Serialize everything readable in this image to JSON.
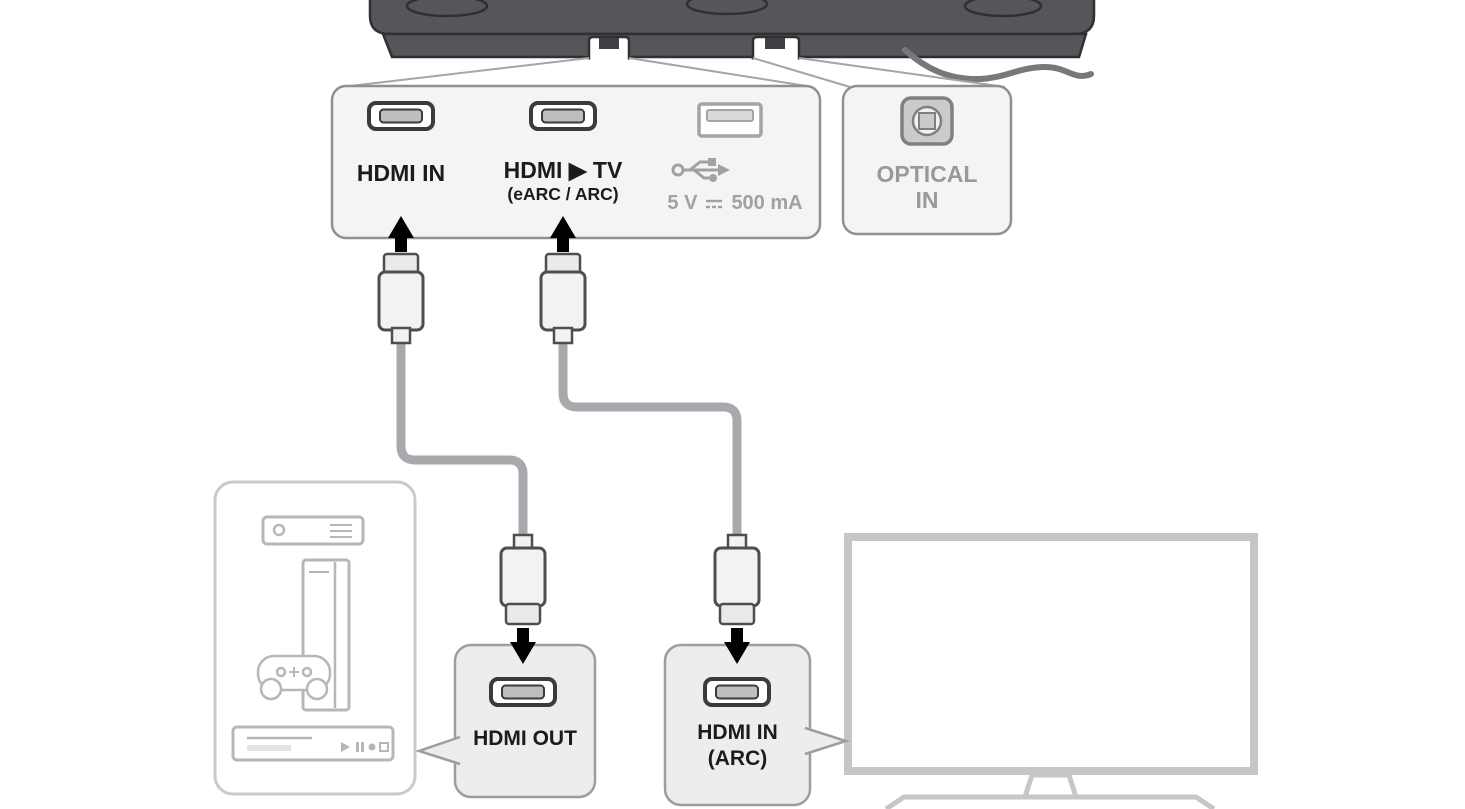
{
  "app": {
    "type": "soundbar-connection-diagram",
    "background": "#ffffff"
  },
  "soundbar_ports_panel": {
    "hdmi_in": {
      "label": "HDMI IN"
    },
    "hdmi_tv": {
      "label": "HDMI ▶ TV",
      "sublabel": "(eARC / ARC)"
    },
    "usb": {
      "voltage": "5 V",
      "current": "500 mA"
    }
  },
  "optical_panel": {
    "label_line1": "OPTICAL",
    "label_line2": "IN"
  },
  "hdmi_out_box": {
    "label": "HDMI OUT"
  },
  "hdmi_in_arc_box": {
    "label_line1": "HDMI IN",
    "label_line2": "(ARC)"
  },
  "icons": {
    "hdmi_port": "hdmi-port-icon",
    "usb_port": "usb-port-icon",
    "usb_symbol": "usb-trident-icon",
    "dc_symbol": "dc-direct-current-icon",
    "optical_port": "optical-port-icon",
    "up_arrow": "arrow-up-icon",
    "down_arrow": "arrow-down-icon",
    "set_top_box": "set-top-box-icon",
    "game_console": "game-console-icon",
    "game_controller": "game-controller-icon",
    "disc_player": "disc-player-icon",
    "tv": "tv-icon",
    "soundbar": "soundbar-bottom-view",
    "power_cord": "power-cord"
  },
  "colors": {
    "soundbar_body": "#55565a",
    "soundbar_outline": "#2f3032",
    "panel_fill": "#f3f4f4",
    "panel_border": "#8e9092",
    "box_fill": "#ededee",
    "box_border": "#9b9da0",
    "label_dark": "#1b1b1b",
    "label_gray": "#97999c",
    "cable": "#a7a9ac",
    "arrow": "#000000",
    "device_outline": "#b5b7b9",
    "tv_outline": "#c5c6c8"
  }
}
